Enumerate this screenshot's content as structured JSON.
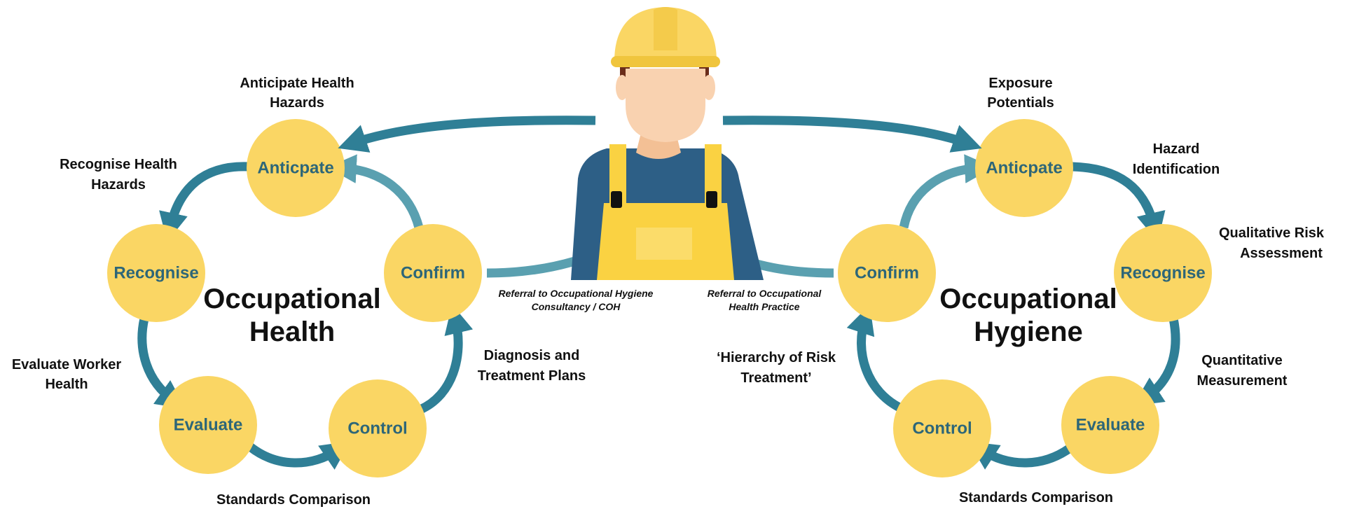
{
  "colors": {
    "node_fill": "#fad664",
    "node_text": "#2d6678",
    "arrow_dark": "#2f7f96",
    "arrow_light": "#5aa0b0",
    "helmet": "#fad664",
    "shirt": "#2d5f86",
    "skin": "#f9d2b0",
    "overalls": "#fad242"
  },
  "worker": {
    "icon": "construction-worker-icon"
  },
  "left_cycle": {
    "title_line1": "Occupational",
    "title_line2": "Health",
    "nodes": {
      "anticipate": "Anticpate",
      "recognise": "Recognise",
      "evaluate": "Evaluate",
      "control": "Control",
      "confirm": "Confirm"
    },
    "annotations": {
      "anticipate_1": "Anticipate Health",
      "anticipate_2": "Hazards",
      "recognise_1": "Recognise Health",
      "recognise_2": "Hazards",
      "evaluate_1": "Evaluate Worker",
      "evaluate_2": "Health",
      "standards": "Standards Comparison",
      "diagnosis_1": "Diagnosis and",
      "diagnosis_2": "Treatment Plans"
    },
    "referral_1": "Referral to Occupational Hygiene",
    "referral_2": "Consultancy / COH"
  },
  "right_cycle": {
    "title_line1": "Occupational",
    "title_line2": "Hygiene",
    "nodes": {
      "anticipate": "Anticpate",
      "recognise": "Recognise",
      "evaluate": "Evaluate",
      "control": "Control",
      "confirm": "Confirm"
    },
    "annotations": {
      "exposure_1": "Exposure",
      "exposure_2": "Potentials",
      "hazard_1": "Hazard",
      "hazard_2": "Identification",
      "qualitative_1": "Qualitative Risk",
      "qualitative_2": "Assessment",
      "quantitative_1": "Quantitative",
      "quantitative_2": "Measurement",
      "standards": "Standards Comparison",
      "hierarchy_1": "‘Hierarchy of Risk",
      "hierarchy_2": "Treatment’"
    },
    "referral_1": "Referral to Occupational",
    "referral_2": "Health Practice"
  }
}
